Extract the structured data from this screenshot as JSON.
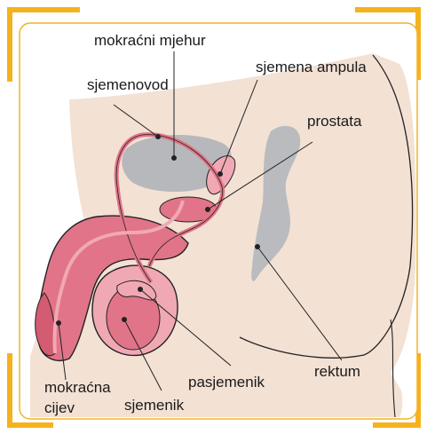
{
  "labels": {
    "mokracni_mjehur": "mokraćni mjehur",
    "sjemenovod": "sjemenovod",
    "sjemena_ampula": "sjemena ampula",
    "prostata": "prostata",
    "rektum": "rektum",
    "pasjemenik": "pasjemenik",
    "sjemenik": "sjemenik",
    "mokracna_line1": "mokraćna",
    "mokracna_line2": "cijev"
  },
  "colors": {
    "frame_accent": "#f6b21a",
    "frame_border": "#f0b42a",
    "skin": "#f3e1d4",
    "organ_pink": "#e17488",
    "organ_pink_light": "#f0a9b4",
    "bladder_gray": "#b6b8bb",
    "rectum_gray": "#b9bbbe",
    "outline": "#222222"
  }
}
